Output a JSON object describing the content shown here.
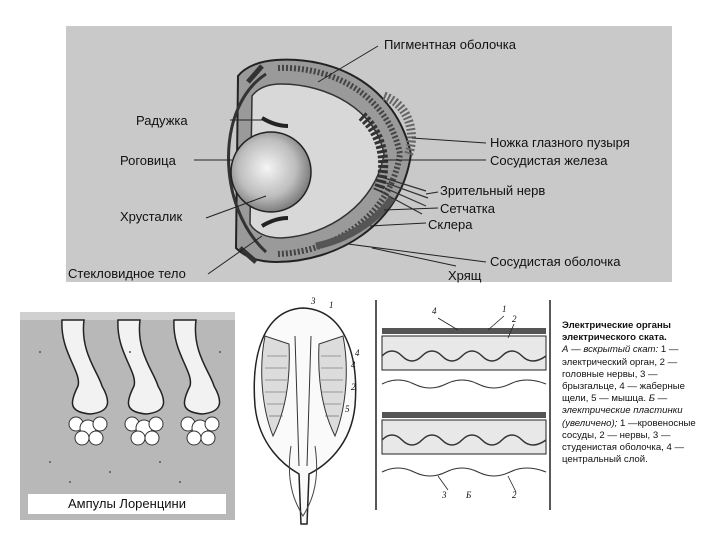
{
  "eye_diagram": {
    "labels": {
      "pigment_layer": "Пигментная оболочка",
      "iris": "Радужка",
      "optic_stalk": "Ножка глазного пузыря",
      "cornea": "Роговица",
      "vascular_gland": "Сосудистая железа",
      "optic_nerve": "Зрительный нерв",
      "lens": "Хрусталик",
      "retina": "Сетчатка",
      "sclera": "Склера",
      "vitreous_body": "Стекловидное тело",
      "choroid": "Сосудистая оболочка",
      "cartilage": "Хрящ"
    }
  },
  "ampullae": {
    "caption": "Ампулы Лоренцини"
  },
  "electric_organ": {
    "numbers_left": [
      "3",
      "1",
      "4",
      "4",
      "2",
      "5"
    ],
    "numbers_right": [
      "4",
      "1",
      "2",
      "3",
      "Б",
      "2"
    ],
    "caption_title": "Электрические органы электрического ската.",
    "caption_a": "А — вскрытый скат:",
    "caption_a_items": "1 — электрический орган, 2 — головные нервы, 3 — брызгальце, 4 — жаберные щели, 5 — мышца.",
    "caption_b": "Б — электрические пластинки (увеличено);",
    "caption_b_items": "1 —кровеносные сосуды, 2 — нервы, 3 — студенистая оболочка, 4 — центральный слой."
  }
}
